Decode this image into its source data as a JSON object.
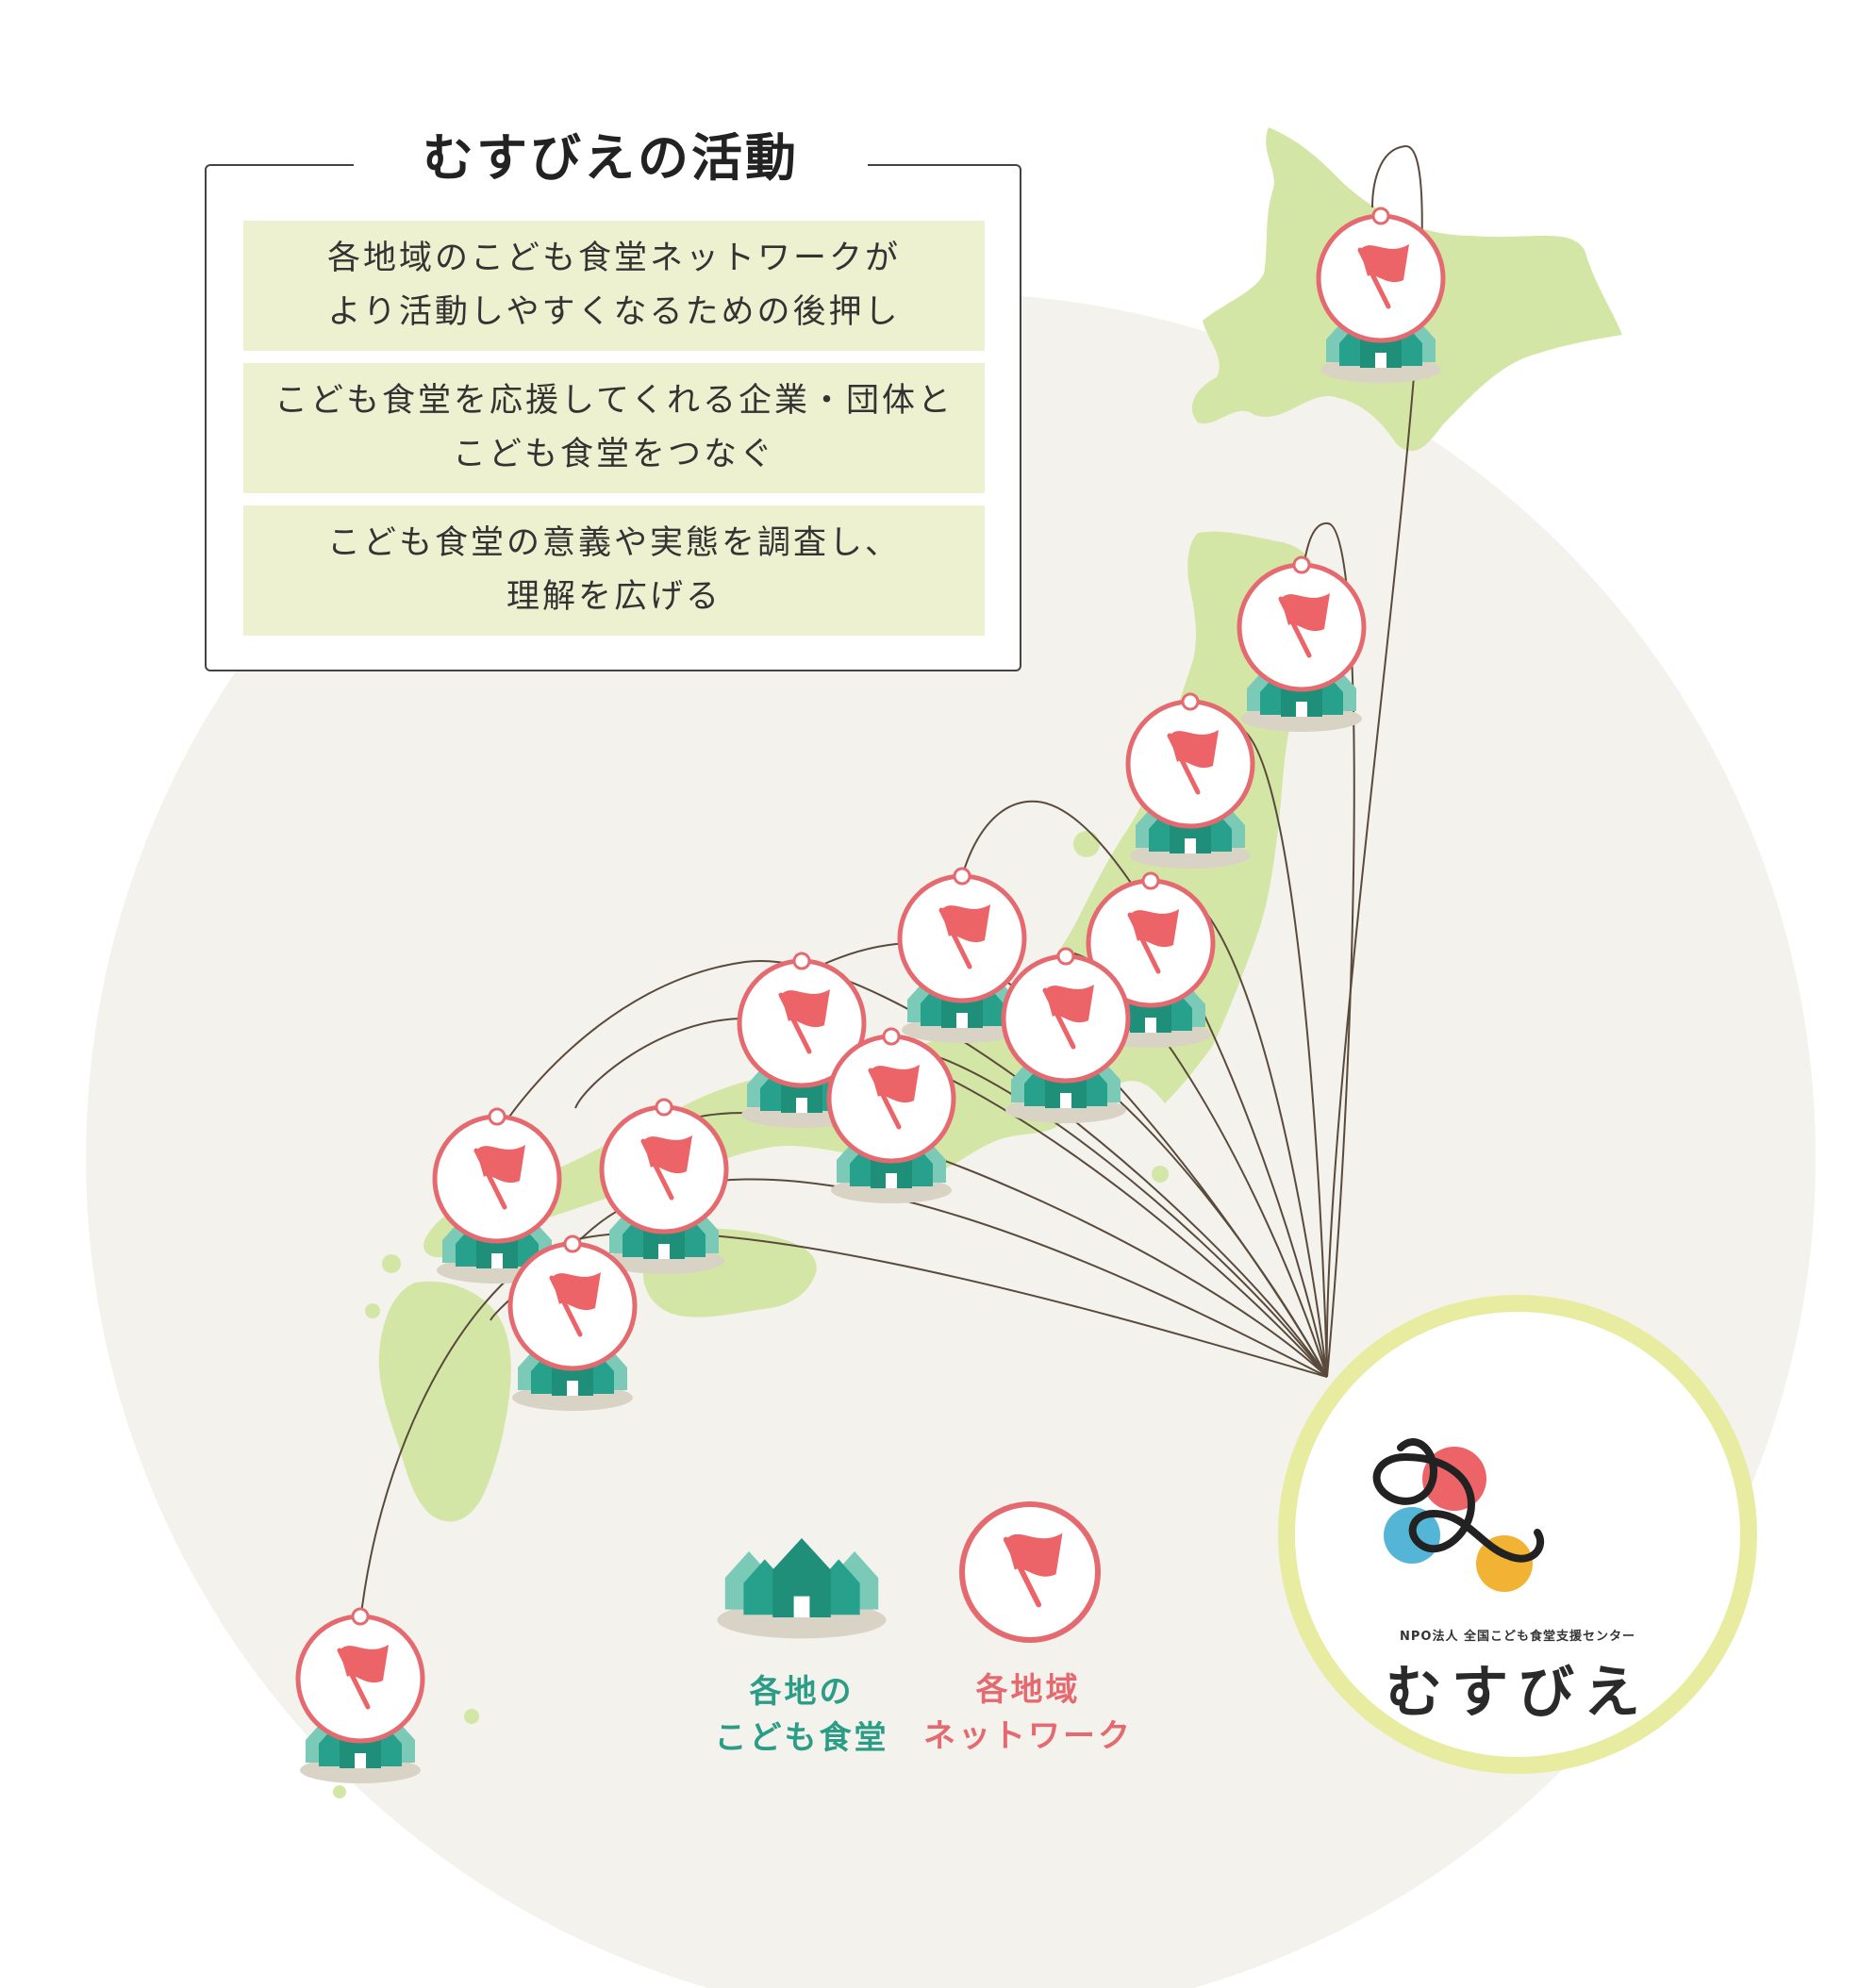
{
  "panel": {
    "title": "むすびえの活動",
    "activities": [
      {
        "line1": "各地域のこども食堂ネットワークが",
        "line2": "より活動しやすくなるための後押し"
      },
      {
        "line1": "こども食堂を応援してくれる企業・団体と",
        "line2": "こども食堂をつなぐ"
      },
      {
        "line1": "こども食堂の意義や実態を調査し、",
        "line2": "理解を広げる"
      }
    ]
  },
  "legend": {
    "cafeterias": {
      "line1": "各地の",
      "line2": "こども食堂",
      "icon": "houses-icon"
    },
    "networks": {
      "line1": "各地域",
      "line2": "ネットワーク",
      "icon": "flag-icon"
    }
  },
  "logo": {
    "subtitle": "NPO法人 全国こども食堂支援センター",
    "name": "むすびえ"
  },
  "regions": [
    "hokkaido",
    "tohoku-north",
    "tohoku-south",
    "kanto",
    "hokuriku",
    "chubu",
    "tokai",
    "kinki",
    "kansai",
    "chugoku",
    "kyushu-north",
    "shikoku",
    "kyushu",
    "okinawa"
  ],
  "colors": {
    "flag": "#ec6468",
    "ring": "#e56a6f",
    "house": "#27a18c",
    "house_light": "#7bcab8",
    "land": "#d4e6a5",
    "background_circle": "#f3f2ed",
    "logo_ring": "#e8eca0",
    "panel_fill": "#eef1cf"
  }
}
